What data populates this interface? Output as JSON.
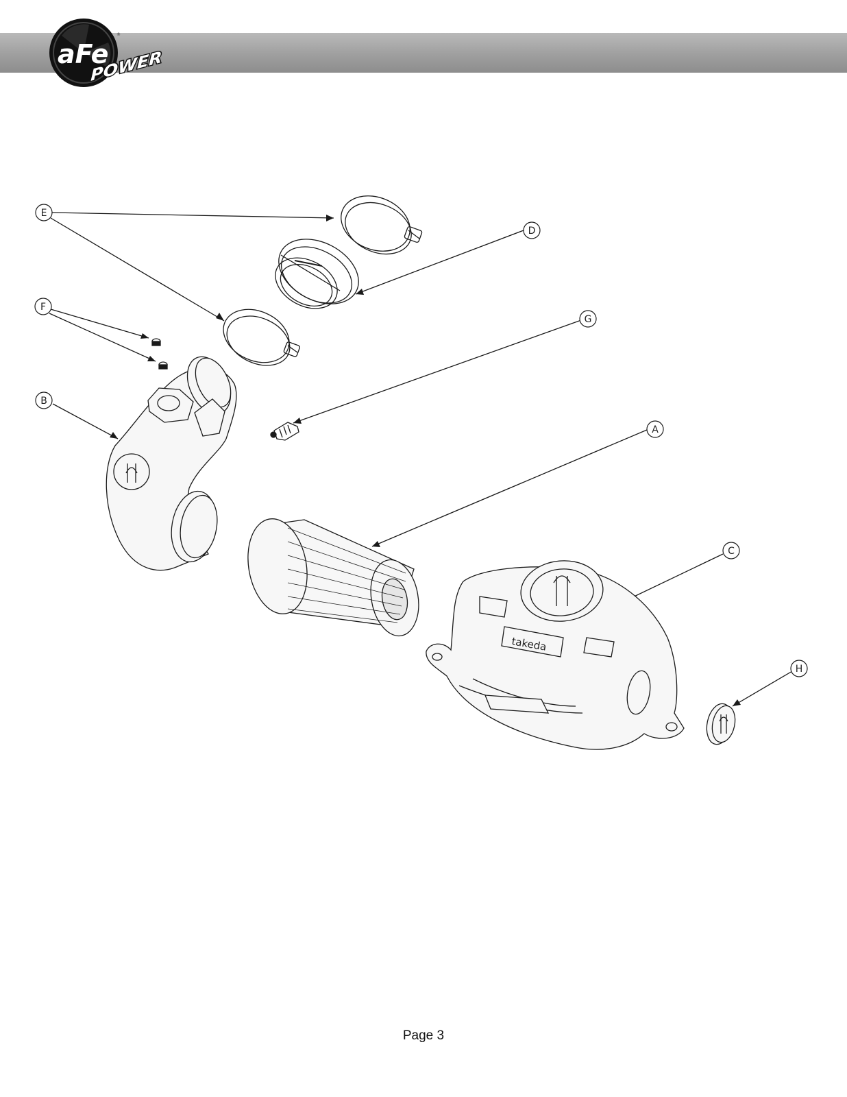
{
  "header": {
    "logo": {
      "icon": "afe-power-logo-icon",
      "wordmark_primary": "aFe",
      "wordmark_secondary": "POWER"
    }
  },
  "callouts": [
    {
      "id": "A",
      "label": "A",
      "target": "air-filter"
    },
    {
      "id": "B",
      "label": "B",
      "target": "intake-tube"
    },
    {
      "id": "C",
      "label": "C",
      "target": "air-box-housing"
    },
    {
      "id": "D",
      "label": "D",
      "target": "coupler"
    },
    {
      "id": "E",
      "label": "E",
      "target": "hose-clamps"
    },
    {
      "id": "F",
      "label": "F",
      "target": "screws"
    },
    {
      "id": "G",
      "label": "G",
      "target": "fitting"
    },
    {
      "id": "H",
      "label": "H",
      "target": "plug"
    }
  ],
  "parts": {
    "housing_badge": "takeda"
  },
  "footer": {
    "page_label": "Page 3"
  },
  "colors": {
    "header_bar": "#9f9f9f",
    "line": "#1a1a1a",
    "part_fill": "#f7f7f7"
  }
}
